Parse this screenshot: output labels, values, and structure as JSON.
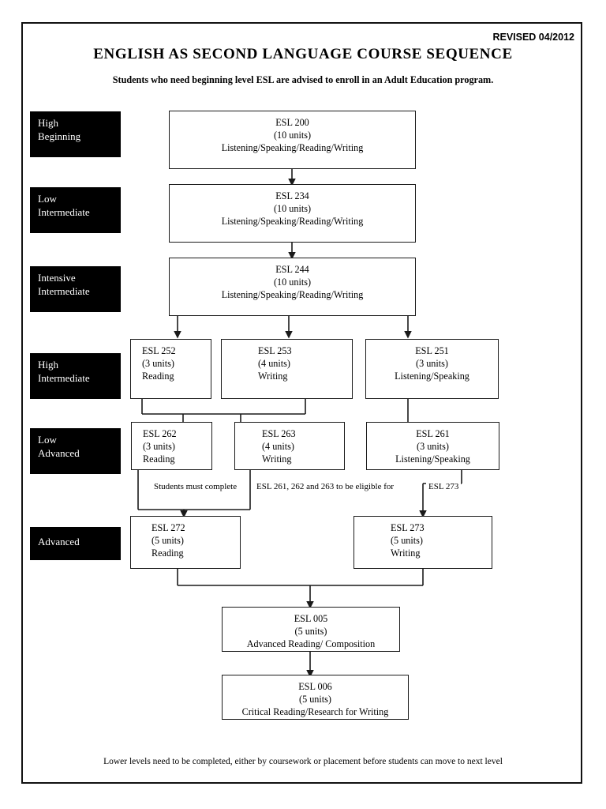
{
  "document": {
    "revised": "REVISED 04/2012",
    "title": "ENGLISH AS SECOND LANGUAGE COURSE SEQUENCE",
    "subtitle": "Students who need beginning level ESL are advised to enroll in an Adult Education program.",
    "footer": "Lower levels need to be completed, either by coursework or placement before students can move to next level",
    "note_segments": {
      "part1": "Students must complete",
      "part2": "ESL 261, 262 and 263 to be eligible for",
      "part3": "ESL 273"
    }
  },
  "levels": [
    {
      "id": "high-beginning",
      "line1": "High",
      "line2": "Beginning"
    },
    {
      "id": "low-intermediate",
      "line1": "Low",
      "line2": "Intermediate"
    },
    {
      "id": "intensive-intermediate",
      "line1": "Intensive",
      "line2": "Intermediate"
    },
    {
      "id": "high-intermediate",
      "line1": "High",
      "line2": "Intermediate"
    },
    {
      "id": "low-advanced",
      "line1": "Low",
      "line2": "Advanced"
    },
    {
      "id": "advanced",
      "line1": "Advanced",
      "line2": ""
    }
  ],
  "courses": [
    {
      "id": "esl-200",
      "code": "ESL 200",
      "units": "(10 units)",
      "skills": "Listening/Speaking/Reading/Writing"
    },
    {
      "id": "esl-234",
      "code": "ESL 234",
      "units": "(10 units)",
      "skills": "Listening/Speaking/Reading/Writing"
    },
    {
      "id": "esl-244",
      "code": "ESL 244",
      "units": "(10 units)",
      "skills": "Listening/Speaking/Reading/Writing"
    },
    {
      "id": "esl-252",
      "code": "ESL 252",
      "units": "(3 units)",
      "skills": "Reading"
    },
    {
      "id": "esl-253",
      "code": "ESL 253",
      "units": "(4 units)",
      "skills": "Writing"
    },
    {
      "id": "esl-251",
      "code": "ESL 251",
      "units": "(3 units)",
      "skills": "Listening/Speaking"
    },
    {
      "id": "esl-262",
      "code": "ESL 262",
      "units": "(3 units)",
      "skills": "Reading"
    },
    {
      "id": "esl-263",
      "code": "ESL 263",
      "units": "(4 units)",
      "skills": "Writing"
    },
    {
      "id": "esl-261",
      "code": "ESL 261",
      "units": "(3 units)",
      "skills": "Listening/Speaking"
    },
    {
      "id": "esl-272",
      "code": "ESL 272",
      "units": "(5 units)",
      "skills": "Reading"
    },
    {
      "id": "esl-273",
      "code": "ESL 273",
      "units": "(5 units)",
      "skills": "Writing"
    },
    {
      "id": "esl-005",
      "code": "ESL 005",
      "units": "(5 units)",
      "skills": "Advanced Reading/ Composition"
    },
    {
      "id": "esl-006",
      "code": "ESL 006",
      "units": "(5 units)",
      "skills": "Critical Reading/Research for Writing"
    }
  ],
  "colors": {
    "ink": "#000000",
    "paper": "#ffffff",
    "level_badge_bg": "#000000",
    "level_badge_text": "#ffffff"
  }
}
